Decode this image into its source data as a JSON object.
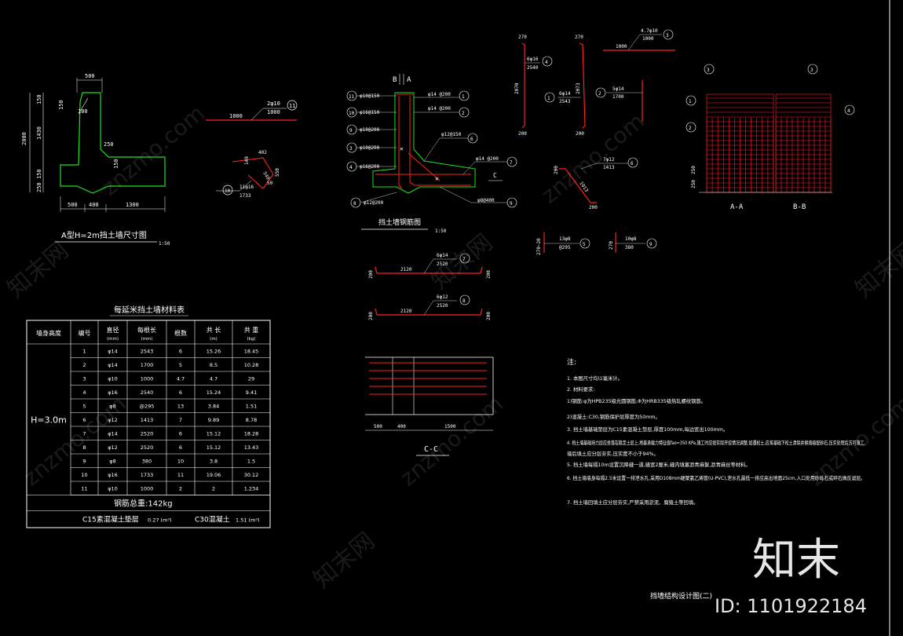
{
  "drawing": {
    "frame_color": "#ffffff",
    "steel_color": "#ff2020",
    "concrete_color": "#20e020",
    "dim_color": "#ffffff"
  },
  "wall_shape": {
    "dims": {
      "top_width": "500",
      "left_total": "2000",
      "left_upper": "150",
      "left_mid": "1430",
      "left_lower_a": "150",
      "left_lower_b": "250",
      "haunch_top": "150",
      "haunch_small": "100",
      "step_h": "250",
      "step_v": "150",
      "base_left": "500",
      "base_mid": "400",
      "base_right": "1300"
    },
    "caption": "A型H=2m挡土墙尺寸图",
    "scale": "1:50"
  },
  "bar11_detail": {
    "dim": "1000",
    "spec_top": "2φ10",
    "spec_bottom": "1000",
    "id": "11"
  },
  "bar10_detail": {
    "d1": "402",
    "d2": "549",
    "d3": "550",
    "d4": "50",
    "d5": "149",
    "spec_top": "11φ16",
    "spec_bottom": "1733",
    "id": "10"
  },
  "section": {
    "header_left": "B",
    "header_right": "A",
    "caption": "挡土墙钢筋图",
    "scale": "1:50",
    "cut_label": "C",
    "left_labels": [
      {
        "id": "11",
        "text": "φ10@150"
      },
      {
        "id": "10",
        "text": "φ16@150"
      },
      {
        "id": "9",
        "text": "φ10@200"
      },
      {
        "id": "3",
        "text": "φ10@200"
      },
      {
        "id": "4",
        "text": "φ16@200"
      },
      {
        "id": "8",
        "text": "φ12@200"
      }
    ],
    "right_labels": [
      {
        "id": "1",
        "text": "φ14 @200"
      },
      {
        "id": "2",
        "text": "φ14 @200"
      },
      {
        "id": "6",
        "text": "φ12@150"
      },
      {
        "id": "7",
        "text": "φ14 @200"
      },
      {
        "id": "9",
        "text": "φ8@400"
      }
    ]
  },
  "bars_top": [
    {
      "id": "4",
      "top": "270",
      "bottom": "200",
      "side": "2070",
      "spec_top": "6φ16",
      "spec_bottom": "2540"
    },
    {
      "id": "1",
      "top": "270",
      "bottom": "200",
      "side": "2073",
      "spec_top": "6φ14",
      "spec_bottom": "2543"
    },
    {
      "id": "2",
      "top": "",
      "bottom": "",
      "side": "",
      "spec_top": "5φ14",
      "spec_bottom": "1700"
    },
    {
      "id": "3",
      "top": "",
      "bottom": "",
      "side": "",
      "spec_top": "4.7φ10",
      "spec_bottom": "1000"
    },
    {
      "id": "6",
      "top": "200",
      "bottom": "200",
      "side": "1013",
      "spec_top": "7φ12",
      "spec_bottom": "1413"
    }
  ],
  "bar3_dim": "1000",
  "small_bars": [
    {
      "id": "5",
      "dim": "270~20",
      "spec_top": "13φ8",
      "spec_bottom": "@295"
    },
    {
      "id": "9",
      "dim": "270",
      "spec_top": "10φ8",
      "spec_bottom": "380"
    }
  ],
  "long_bars": [
    {
      "id": "7",
      "span": "2120",
      "end": "200",
      "spec_top": "6φ14",
      "spec_bottom": "2520"
    },
    {
      "id": "8",
      "span": "2120",
      "end": "200",
      "spec_top": "6φ12",
      "spec_bottom": "2520"
    }
  ],
  "grids": {
    "label_a": "A-A",
    "label_b": "B-B",
    "callouts": [
      "1",
      "2",
      "3",
      "3",
      "4"
    ],
    "left_dims": [
      "250",
      "250"
    ]
  },
  "section_cc": {
    "label": "C-C",
    "dims": [
      "500",
      "400",
      "1500"
    ]
  },
  "material_table": {
    "title": "每延米挡土墙材料表",
    "headers": [
      {
        "main": "墙身高度",
        "unit": ""
      },
      {
        "main": "编号",
        "unit": ""
      },
      {
        "main": "直径",
        "unit": "(mm)"
      },
      {
        "main": "每根长",
        "unit": "(mm)"
      },
      {
        "main": "根数",
        "unit": ""
      },
      {
        "main": "共 长",
        "unit": "(m)"
      },
      {
        "main": "共 重",
        "unit": "(kg)"
      }
    ],
    "wall_height": "H=3.0m",
    "rows": [
      [
        "1",
        "φ14",
        "2543",
        "6",
        "15.26",
        "18.45"
      ],
      [
        "2",
        "φ14",
        "1700",
        "5",
        "8.5",
        "10.28"
      ],
      [
        "3",
        "φ10",
        "1000",
        "4.7",
        "4.7",
        "29"
      ],
      [
        "4",
        "φ16",
        "2540",
        "6",
        "15.24",
        "9.41"
      ],
      [
        "5",
        "φ8",
        "@295",
        "13",
        "3.84",
        "1.51"
      ],
      [
        "6",
        "φ12",
        "1413",
        "7",
        "9.89",
        "8.78"
      ],
      [
        "7",
        "φ14",
        "2520",
        "6",
        "15.12",
        "18.28"
      ],
      [
        "8",
        "φ12",
        "2520",
        "6",
        "15.12",
        "13.43"
      ],
      [
        "9",
        "φ8",
        "380",
        "10",
        "3.8",
        "1.5"
      ],
      [
        "10",
        "φ16",
        "1733",
        "11",
        "19.06",
        "30.12"
      ],
      [
        "11",
        "φ10",
        "1000",
        "2",
        "2",
        "1.234"
      ]
    ],
    "steel_total": "钢筋总重:142kg",
    "c15_label": "C15素混凝土垫层",
    "c15_value": "0.27 (m³)",
    "c30_label": "C30混凝土",
    "c30_value": "1.51 (m³)"
  },
  "notes": {
    "title": "注:",
    "items": [
      "1. 本图尺寸均以毫米计。",
      "2. 材料要求:",
      "1)钢筋:φ为HPB235级光圆钢筋,Φ为HRB335级热轧螺纹钢筋。",
      "2)混凝土:C30,钢筋保护层厚度为50mm。",
      "3. 挡土墙基础垫层为C15素混凝土垫层,厚度100mm,每边宽出100mm。",
      "4. 挡土墙基础持力层应坐落在稳定土层上,地基承载力特征值fao=350 KPa,施工时应按实际开挖情况调整,如遇松土,应将基础下松土清除并换填级配砂石,压实处理后方可施工,",
      "   墙后填土应分层夯实,压实度不小于94%。",
      "5. 挡土墙每隔10m设置沉降缝一道,缝宽2厘米,缝内填塞沥青麻絮,沥青麻丝等材料。",
      "6. 挡土墙墙身每隔2.5米设置一排泄水孔,采用D108mm硬聚氯乙烯管(U-PVC),泄水孔最低一排应高出地面25cm,入口处用砂砾石或碎石做反滤层。",
      "7. 挡土墙回填土应分层夯实,严禁采用淤泥、腐殖土等回填。"
    ]
  },
  "drawing_title": "挡墙结构设计图(二)",
  "watermarks": {
    "logo": "知末",
    "id_text": "ID: 1101922184",
    "site": "znzmo.com",
    "site_cn": "知末网"
  }
}
